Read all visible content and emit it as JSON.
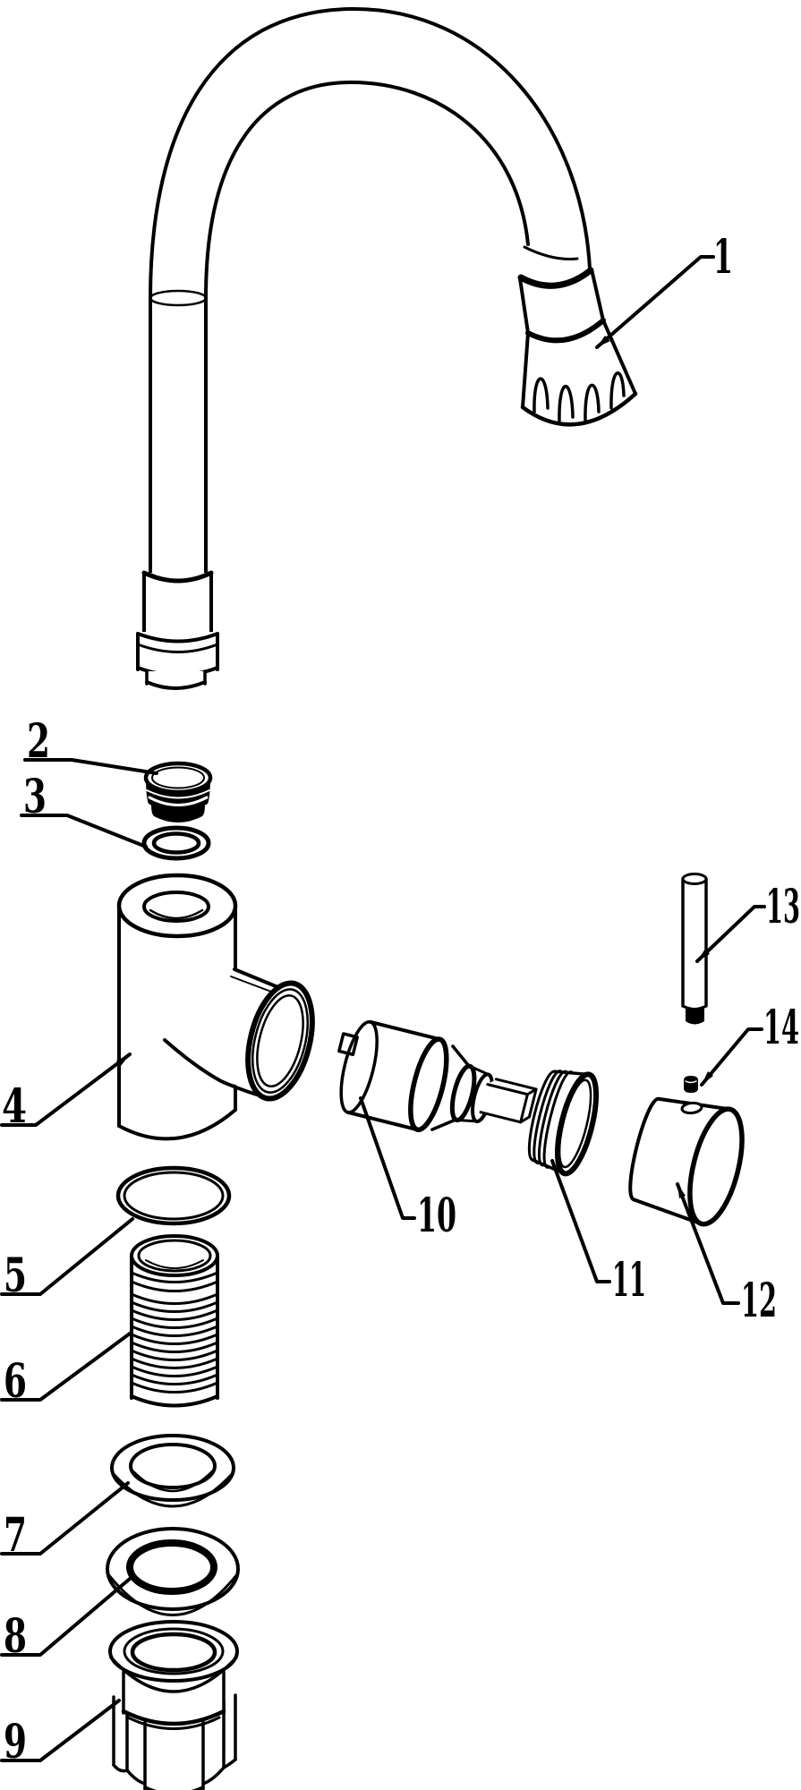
{
  "figure": {
    "kind": "exploded-parts-diagram",
    "background_color": "#ffffff",
    "line_color": "#000000",
    "callouts": [
      {
        "number": "1"
      },
      {
        "number": "2"
      },
      {
        "number": "3"
      },
      {
        "number": "4"
      },
      {
        "number": "5"
      },
      {
        "number": "6"
      },
      {
        "number": "7"
      },
      {
        "number": "8"
      },
      {
        "number": "9"
      },
      {
        "number": "10"
      },
      {
        "number": "11"
      },
      {
        "number": "12"
      },
      {
        "number": "13"
      },
      {
        "number": "14"
      }
    ]
  }
}
